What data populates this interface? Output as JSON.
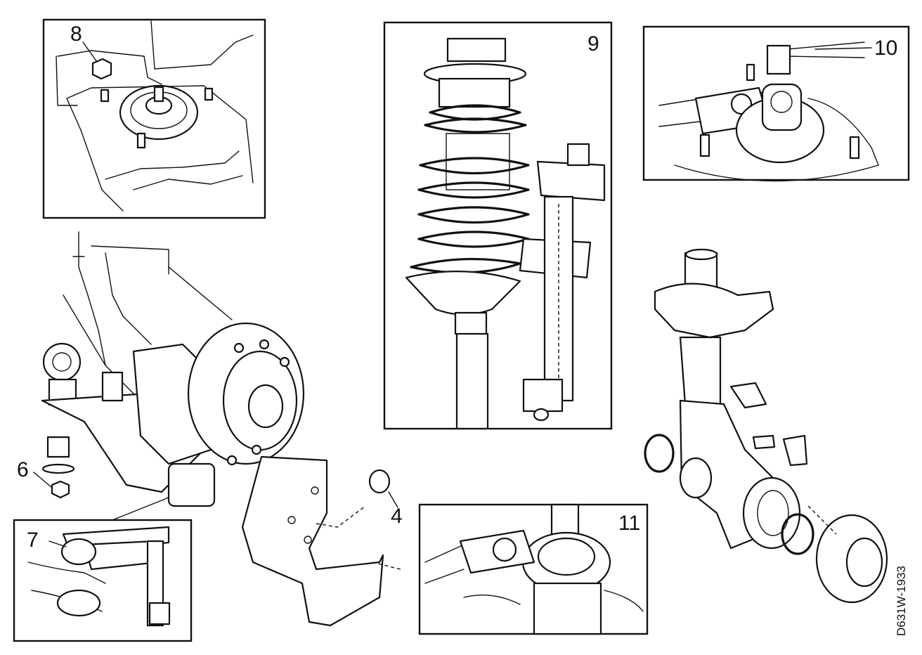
{
  "callouts": {
    "c4": "4",
    "c6": "6",
    "c7": "7",
    "c8": "8",
    "c9": "9",
    "c10": "10",
    "c11": "11"
  },
  "drawing_code": "D631W-1933"
}
